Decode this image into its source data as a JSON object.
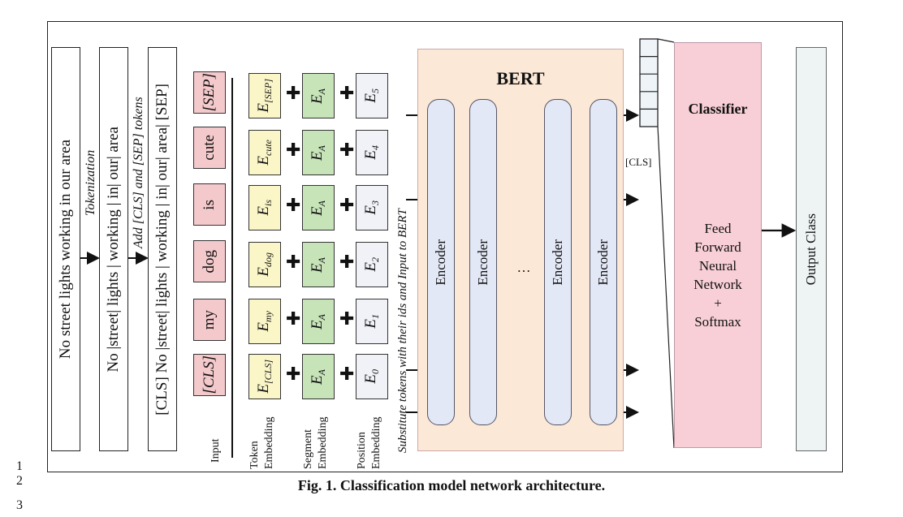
{
  "line_numbers": [
    "1",
    "2",
    "3"
  ],
  "sentence_box": "No street lights working in our area",
  "tokenization_label": "Tokenization",
  "tokenized_box": "No |street| lights | working | in| our| area",
  "add_tokens_label": "Add [CLS] and [SEP] tokens",
  "with_tokens_box": "[CLS] No |street| lights | working | in| our| area| [SEP]",
  "input_tokens": [
    "[SEP]",
    "cute",
    "is",
    "dog",
    "my",
    "[CLS]"
  ],
  "token_embeddings": [
    {
      "base": "E",
      "sub": "[SEP]"
    },
    {
      "base": "E",
      "sub": "cute"
    },
    {
      "base": "E",
      "sub": "is"
    },
    {
      "base": "E",
      "sub": "dog"
    },
    {
      "base": "E",
      "sub": "my"
    },
    {
      "base": "E",
      "sub": "[CLS]"
    }
  ],
  "segment_embedding": {
    "base": "E",
    "sub": "A"
  },
  "position_embeddings": [
    {
      "base": "E",
      "sub": "5"
    },
    {
      "base": "E",
      "sub": "4"
    },
    {
      "base": "E",
      "sub": "3"
    },
    {
      "base": "E",
      "sub": "2"
    },
    {
      "base": "E",
      "sub": "1"
    },
    {
      "base": "E",
      "sub": "0"
    }
  ],
  "plus_symbol": "✚",
  "column_labels": {
    "input": "Input",
    "token_l1": "Token",
    "token_l2": "Embedding",
    "segment_l1": "Segment",
    "segment_l2": "Embedding",
    "position_l1": "Position",
    "position_l2": "Embedding"
  },
  "substitute_label": "Substitute tokens with their ids and Input to BERT",
  "bert_title": "BERT",
  "encoder_labels": [
    "Encoder",
    "Encoder",
    "…",
    "Encoder",
    "Encoder"
  ],
  "cls_label": "[CLS]",
  "classifier_title": "Classifier",
  "classifier_body": [
    "Feed",
    "Forward",
    "Neural",
    "Network",
    "+",
    "Softmax"
  ],
  "output_label": "Output Class",
  "caption": "Fig. 1. Classification model network architecture.",
  "colors": {
    "input_tag": "#f4c9cc",
    "token_embedding": "#fbf6c8",
    "segment_embedding": "#c7e4b9",
    "position_embedding": "#f1f2f8",
    "bert_panel": "#fce8d6",
    "encoder": "#e3e8f6",
    "classifier": "#f8cfd6",
    "output": "#eef4f4"
  }
}
